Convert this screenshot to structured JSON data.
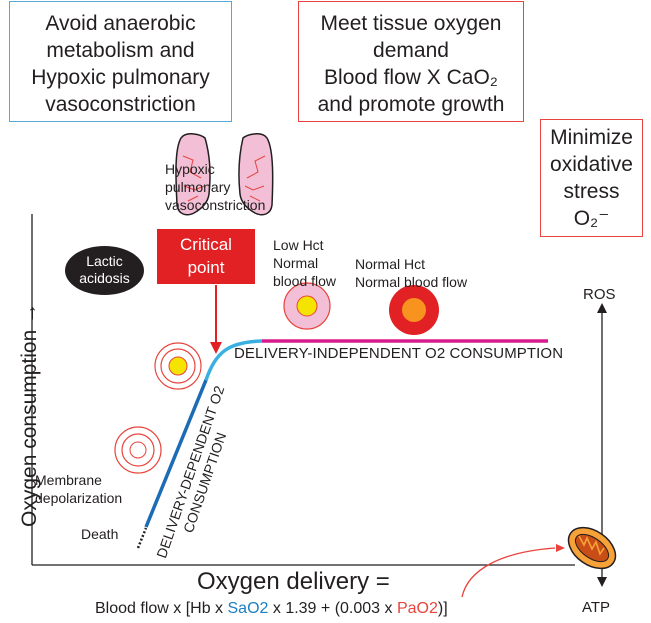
{
  "boxes": {
    "avoid": [
      "Avoid anaerobic",
      "metabolism and",
      "Hypoxic pulmonary",
      "vasoconstriction"
    ],
    "meet": [
      "Meet tissue oxygen",
      "demand",
      "Blood flow X CaO₂",
      "and promote growth"
    ],
    "minimize": [
      "Minimize",
      "oxidative",
      "stress",
      "O₂⁻"
    ]
  },
  "labels": {
    "hypoxic": [
      "Hypoxic",
      "pulmonary",
      "vasoconstriction"
    ],
    "critical": [
      "Critical",
      "point"
    ],
    "lactic": [
      "Lactic",
      "acidosis"
    ],
    "low_hct": [
      "Low Hct",
      "Normal",
      "blood flow"
    ],
    "normal_hct": [
      "Normal Hct",
      "Normal blood flow"
    ],
    "membrane": [
      "Membrane",
      "depolarization"
    ],
    "death": "Death",
    "ros": "ROS",
    "atp": "ATP",
    "flat_curve": "DELIVERY-INDEPENDENT O2 CONSUMPTION",
    "diag_curve": [
      "DELIVERY-DEPENDENT O2",
      "CONSUMPTION"
    ]
  },
  "axes": {
    "y_title": "Oxygen consumption →",
    "x_title": "Oxygen delivery ="
  },
  "formula": {
    "part1": "Blood flow x [Hb x ",
    "sao2": "SaO2",
    "part2": "  x 1.39 +  (0.003 x ",
    "pao2": "PaO2",
    "part3": ")]"
  },
  "colors": {
    "blue_box": "#5aa6d8",
    "red_box": "#e8433c",
    "critical_fill": "#e22124",
    "dependent_line": "#1c6bb5",
    "transition_line": "#3ab0e2",
    "independent_line": "#d81b8c",
    "lung_fill": "#f2bfd6"
  }
}
